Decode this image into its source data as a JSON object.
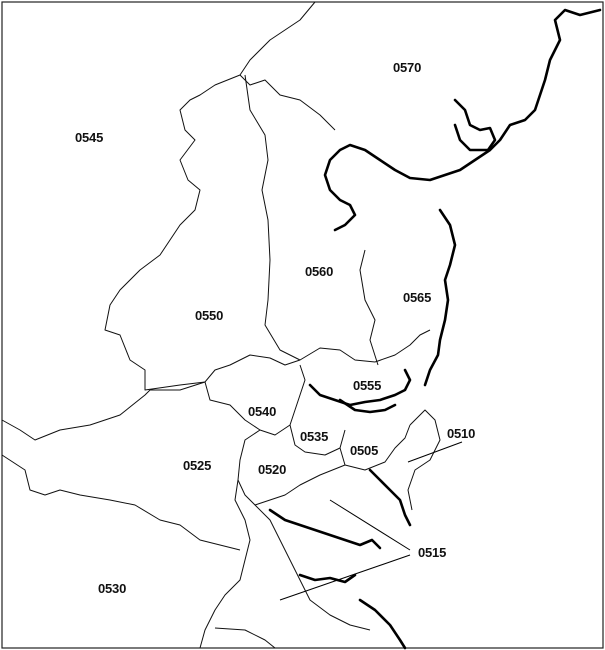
{
  "map": {
    "regions": [
      {
        "id": "0570",
        "label": "0570"
      },
      {
        "id": "0545",
        "label": "0545"
      },
      {
        "id": "0560",
        "label": "0560"
      },
      {
        "id": "0565",
        "label": "0565"
      },
      {
        "id": "0550",
        "label": "0550"
      },
      {
        "id": "0555",
        "label": "0555"
      },
      {
        "id": "0540",
        "label": "0540"
      },
      {
        "id": "0535",
        "label": "0535"
      },
      {
        "id": "0505",
        "label": "0505"
      },
      {
        "id": "0510",
        "label": "0510"
      },
      {
        "id": "0525",
        "label": "0525"
      },
      {
        "id": "0520",
        "label": "0520"
      },
      {
        "id": "0515",
        "label": "0515"
      },
      {
        "id": "0530",
        "label": "0530"
      }
    ]
  }
}
